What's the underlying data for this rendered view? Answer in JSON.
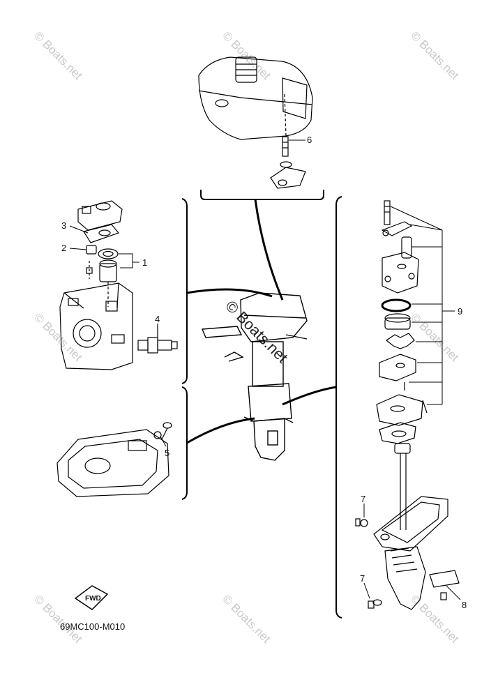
{
  "diagram_code": "69MC100-M010",
  "fwd_label": "FWD",
  "watermark": "© Boats.net",
  "callouts": {
    "oil_seal_thermostat": "1",
    "plug": "2",
    "gasket": "3",
    "spark_plug": "4",
    "drain_screw": "5",
    "cowling_bolt": "6",
    "gasket_upper": "7",
    "gasket_lower": "7",
    "anode": "8",
    "water_pump_kit": "9"
  }
}
